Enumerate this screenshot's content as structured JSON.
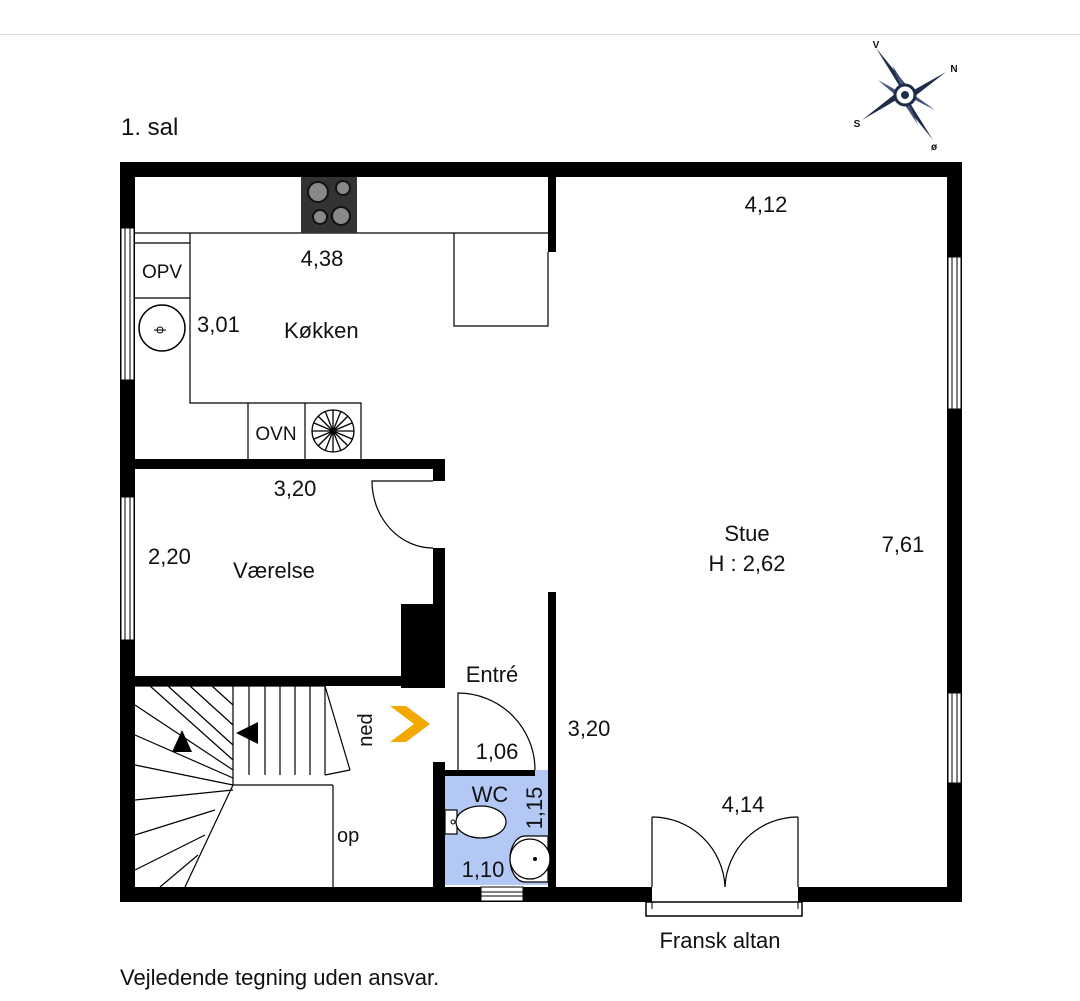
{
  "floor_title": "1. sal",
  "compass": {
    "north": "N",
    "south": "S",
    "east": "ø",
    "west": "V"
  },
  "rooms": {
    "kitchen": {
      "name": "Køkken",
      "width": "4,38",
      "depth": "3,01"
    },
    "living": {
      "name": "Stue",
      "height": "H : 2,62",
      "width": "4,12",
      "depth": "7,61",
      "lower_width": "4,14",
      "inner_depth": "3,20"
    },
    "bedroom": {
      "name": "Værelse",
      "width": "3,20",
      "depth": "2,20"
    },
    "hall": {
      "name": "Entré",
      "width": "1,06"
    },
    "wc": {
      "name": "WC",
      "width": "1,10",
      "depth": "1,15"
    }
  },
  "fixtures": {
    "dishwasher": "OPV",
    "oven": "OVN"
  },
  "stairs": {
    "down": "ned",
    "up": "op"
  },
  "balcony": "Fransk altan",
  "disclaimer": "Vejledende tegning uden ansvar.",
  "colors": {
    "wall": "#000000",
    "wc_floor": "#b4c8f5",
    "arrow": "#f5a800",
    "compass": "#1f2d4a"
  }
}
